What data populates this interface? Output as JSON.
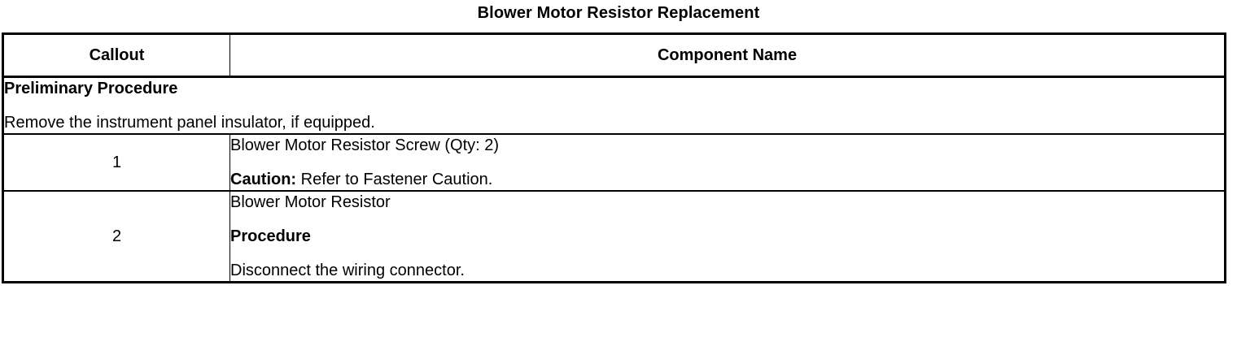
{
  "document": {
    "title": "Blower Motor Resistor Replacement"
  },
  "table": {
    "headers": {
      "callout": "Callout",
      "component_name": "Component Name"
    },
    "preliminary": {
      "heading": "Preliminary Procedure",
      "text": "Remove the instrument panel insulator, if equipped."
    },
    "rows": [
      {
        "callout": "1",
        "lines": [
          {
            "text": "Blower Motor Resistor Screw (Qty: 2)",
            "style": "normal"
          },
          {
            "lead": "Caution:",
            "text": " Refer to Fastener Caution.",
            "style": "lead-bold"
          }
        ]
      },
      {
        "callout": "2",
        "lines": [
          {
            "text": "Blower Motor Resistor",
            "style": "normal"
          },
          {
            "text": "Procedure",
            "style": "bold"
          },
          {
            "text": "Disconnect the wiring connector.",
            "style": "normal"
          }
        ]
      }
    ]
  },
  "colors": {
    "text": "#000000",
    "background": "#ffffff",
    "border": "#000000"
  }
}
